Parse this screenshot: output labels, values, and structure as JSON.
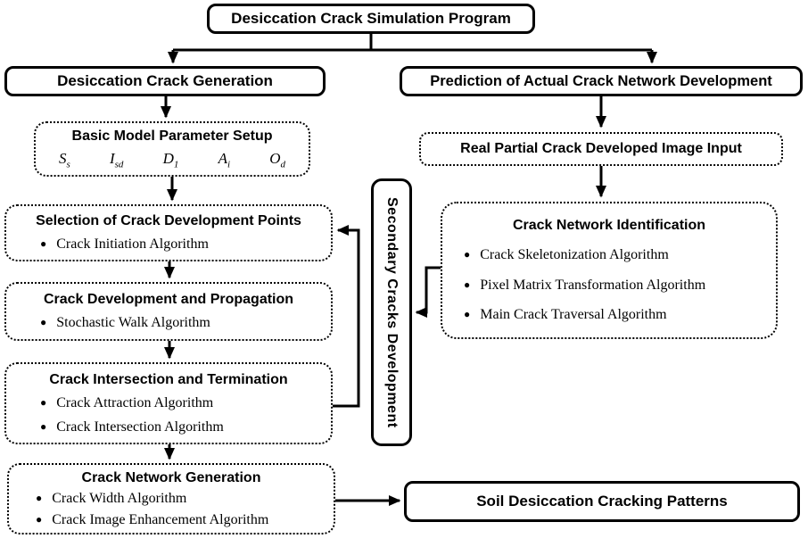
{
  "colors": {
    "line": "#000000",
    "background": "#ffffff"
  },
  "diagram": {
    "bullet_glyph": "●",
    "title": "Desiccation Crack Simulation Program",
    "left": {
      "header": "Desiccation Crack Generation",
      "param_box": {
        "title": "Basic Model Parameter Setup",
        "params": [
          {
            "base": "S",
            "sub": "s"
          },
          {
            "base": "I",
            "sub": "sd"
          },
          {
            "base": "D",
            "sub": "1"
          },
          {
            "base": "A",
            "sub": "i"
          },
          {
            "base": "O",
            "sub": "d"
          }
        ]
      },
      "steps": [
        {
          "title": "Selection of Crack Development Points",
          "bullets": [
            "Crack Initiation Algorithm"
          ]
        },
        {
          "title": "Crack Development and Propagation",
          "bullets": [
            "Stochastic Walk Algorithm"
          ]
        },
        {
          "title": "Crack Intersection and Termination",
          "bullets": [
            "Crack Attraction Algorithm",
            "Crack Intersection Algorithm"
          ]
        },
        {
          "title": "Crack Network Generation",
          "bullets": [
            "Crack Width Algorithm",
            "Crack Image Enhancement Algorithm"
          ]
        }
      ]
    },
    "middle": {
      "label": "Secondary Cracks Development"
    },
    "right": {
      "header": "Prediction of Actual Crack Network Development",
      "input_label": "Real Partial Crack Developed Image Input",
      "identification": {
        "title": "Crack Network Identification",
        "bullets": [
          "Crack Skeletonization Algorithm",
          "Pixel Matrix Transformation Algorithm",
          "Main Crack Traversal Algorithm"
        ]
      },
      "output_label": "Soil Desiccation Cracking Patterns"
    }
  }
}
